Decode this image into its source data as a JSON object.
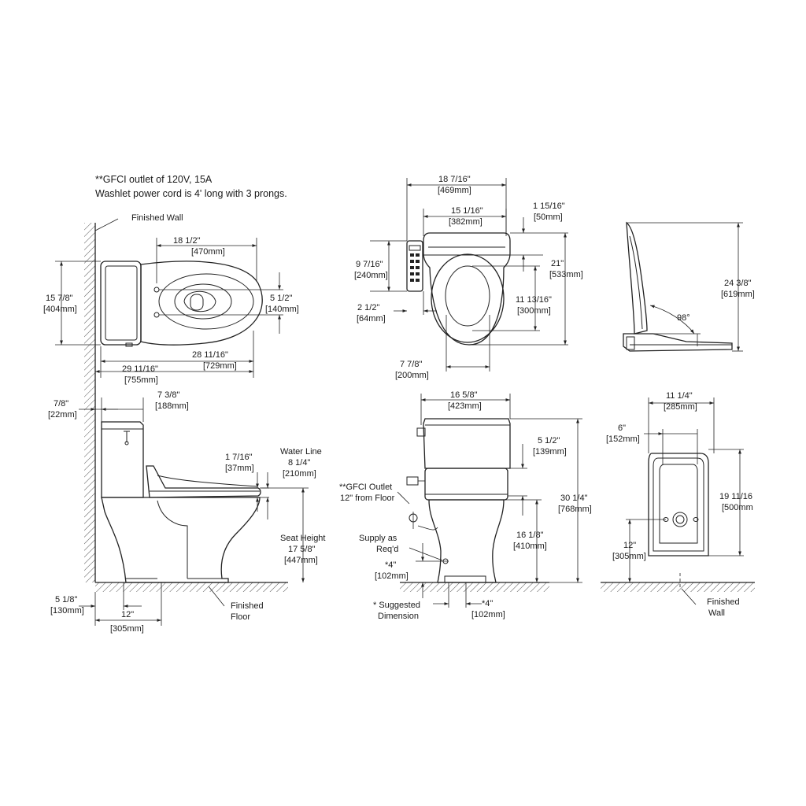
{
  "notes": {
    "line1": "**GFCI outlet of 120V, 15A",
    "line2": "Washlet power cord is 4' long with 3 prongs."
  },
  "plan_view": {
    "finished_wall": "Finished Wall",
    "dim_18_1_2": "18 1/2\"",
    "dim_18_1_2_mm": "[470mm]",
    "dim_15_7_8": "15 7/8\"",
    "dim_15_7_8_mm": "[404mm]",
    "dim_5_1_2": "5 1/2\"",
    "dim_5_1_2_mm": "[140mm]",
    "dim_28_11_16": "28 11/16\"",
    "dim_28_11_16_mm": "[729mm]",
    "dim_29_11_16": "29 11/16\"",
    "dim_29_11_16_mm": "[755mm]"
  },
  "side_view": {
    "dim_7_8": "7/8\"",
    "dim_7_8_mm": "[22mm]",
    "dim_7_3_8": "7 3/8\"",
    "dim_7_3_8_mm": "[188mm]",
    "dim_1_7_16": "1 7/16\"",
    "dim_1_7_16_mm": "[37mm]",
    "water_line": "Water Line",
    "dim_8_1_4": "8 1/4\"",
    "dim_8_1_4_mm": "[210mm]",
    "seat_height": "Seat Height",
    "dim_17_5_8": "17 5/8\"",
    "dim_17_5_8_mm": "[447mm]",
    "dim_5_1_8": "5 1/8\"",
    "dim_5_1_8_mm": "[130mm]",
    "dim_12": "12\"",
    "dim_12_mm": "[305mm]",
    "finished_floor_1": "Finished",
    "finished_floor_2": "Floor"
  },
  "seat_top_view": {
    "dim_18_7_16": "18 7/16\"",
    "dim_18_7_16_mm": "[469mm]",
    "dim_15_1_16": "15 1/16\"",
    "dim_15_1_16_mm": "[382mm]",
    "dim_1_15_16": "1 15/16\"",
    "dim_1_15_16_mm": "[50mm]",
    "dim_9_7_16": "9 7/16\"",
    "dim_9_7_16_mm": "[240mm]",
    "dim_21": "21\"",
    "dim_21_mm": "[533mm]",
    "dim_11_13_16": "11 13/16\"",
    "dim_11_13_16_mm": "[300mm]",
    "dim_2_1_2": "2 1/2\"",
    "dim_2_1_2_mm": "[64mm]",
    "dim_7_7_8": "7 7/8\"",
    "dim_7_7_8_mm": "[200mm]"
  },
  "seat_side_view": {
    "dim_24_3_8": "24 3/8\"",
    "dim_24_3_8_mm": "[619mm]",
    "angle": "98°"
  },
  "front_view": {
    "dim_16_5_8": "16 5/8\"",
    "dim_16_5_8_mm": "[423mm]",
    "dim_5_1_2": "5 1/2\"",
    "dim_5_1_2_mm": "[139mm]",
    "gfci_1": "**GFCI Outlet",
    "gfci_2": "12\" from Floor",
    "dim_30_1_4": "30 1/4\"",
    "dim_30_1_4_mm": "[768mm]",
    "supply_1": "Supply as",
    "supply_2": "Req'd",
    "dim_16_1_8": "16 1/8\"",
    "dim_16_1_8_mm": "[410mm]",
    "dim_4": "*4\"",
    "dim_4_mm": "[102mm]",
    "suggested_1": "* Suggested",
    "suggested_2": "Dimension",
    "dim_4b": "*4\"",
    "dim_4b_mm": "[102mm]"
  },
  "tank_top_view": {
    "dim_11_1_4": "11 1/4\"",
    "dim_11_1_4_mm": "[285mm]",
    "dim_6": "6\"",
    "dim_6_mm": "[152mm]",
    "dim_19_11_16": "19 11/16",
    "dim_19_11_16_mm": "[500mm",
    "dim_12": "12\"",
    "dim_12_mm": "[305mm]",
    "finished_wall_1": "Finished",
    "finished_wall_2": "Wall"
  }
}
